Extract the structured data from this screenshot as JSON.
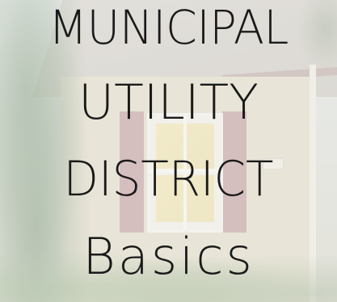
{
  "title": {
    "line1": "MUNICIPAL",
    "line2": "UTILITY",
    "line3": "DISTRICT",
    "line4": "Basics"
  },
  "background": {
    "description_icon": "house-photo",
    "colors": {
      "wall": "#e4e0cf",
      "shutter": "#c7a7a8",
      "window_glow": "#f3e9b8",
      "text": "#1a1a1a"
    }
  }
}
